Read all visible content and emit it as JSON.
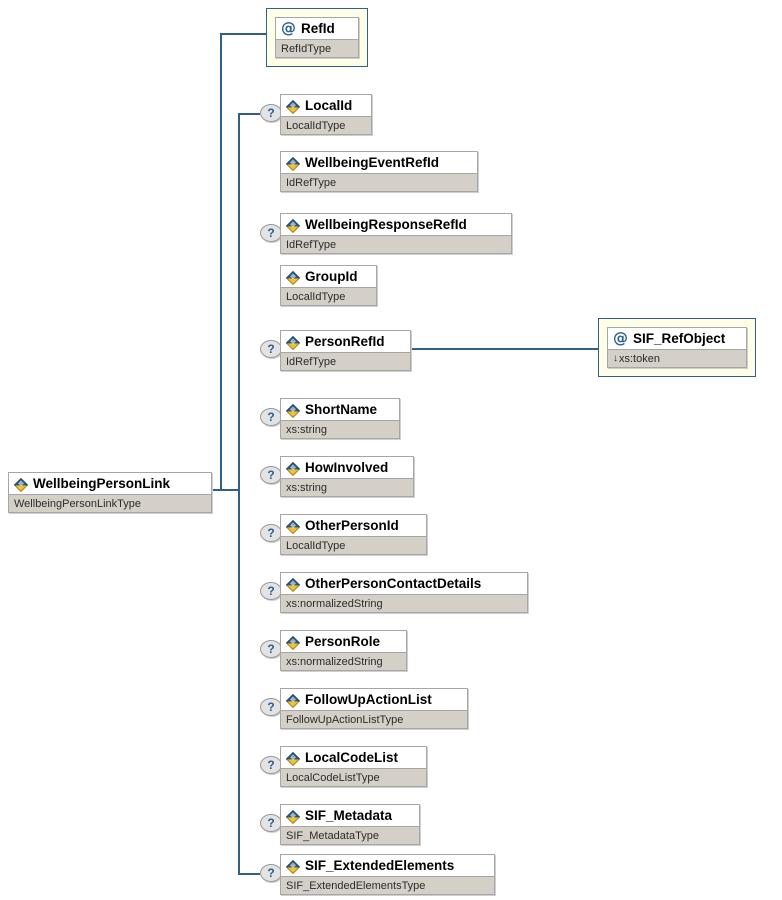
{
  "diagram": {
    "kind": "xml-schema-tree",
    "root": {
      "name": "WellbeingPersonLink",
      "type": "WellbeingPersonLinkType",
      "icon": "element-icon",
      "optional": false
    },
    "attributes": [
      {
        "name": "RefId",
        "type": "RefIdType",
        "icon": "attribute-icon",
        "optional": false,
        "prefix": ""
      }
    ],
    "children": [
      {
        "name": "LocalId",
        "type": "LocalIdType",
        "icon": "element-icon",
        "optional": true
      },
      {
        "name": "WellbeingEventRefId",
        "type": "IdRefType",
        "icon": "element-icon",
        "optional": false
      },
      {
        "name": "WellbeingResponseRefId",
        "type": "IdRefType",
        "icon": "element-icon",
        "optional": true
      },
      {
        "name": "GroupId",
        "type": "LocalIdType",
        "icon": "element-icon",
        "optional": false
      },
      {
        "name": "PersonRefId",
        "type": "IdRefType",
        "icon": "element-icon",
        "optional": true
      },
      {
        "name": "ShortName",
        "type": "xs:string",
        "icon": "element-icon",
        "optional": true
      },
      {
        "name": "HowInvolved",
        "type": "xs:string",
        "icon": "element-icon",
        "optional": true
      },
      {
        "name": "OtherPersonId",
        "type": "LocalIdType",
        "icon": "element-icon",
        "optional": true
      },
      {
        "name": "OtherPersonContactDetails",
        "type": "xs:normalizedString",
        "icon": "element-icon",
        "optional": true
      },
      {
        "name": "PersonRole",
        "type": "xs:normalizedString",
        "icon": "element-icon",
        "optional": true
      },
      {
        "name": "FollowUpActionList",
        "type": "FollowUpActionListType",
        "icon": "element-icon",
        "optional": true
      },
      {
        "name": "LocalCodeList",
        "type": "LocalCodeListType",
        "icon": "element-icon",
        "optional": true
      },
      {
        "name": "SIF_Metadata",
        "type": "SIF_MetadataType",
        "icon": "element-icon",
        "optional": true
      },
      {
        "name": "SIF_ExtendedElements",
        "type": "SIF_ExtendedElementsType",
        "icon": "element-icon",
        "optional": true
      }
    ],
    "grandchildren": [
      {
        "parent": "PersonRefId",
        "name": "SIF_RefObject",
        "type": "xs:token",
        "type_prefix": "↓",
        "icon": "attribute-icon",
        "optional": false
      }
    ],
    "glyphs": {
      "optional_marker": "?",
      "attribute_symbol": "@",
      "derived_arrow": "↓"
    },
    "colors": {
      "line": "#2e6189",
      "node_border": "#a6a6a6",
      "title_bg": "#ffffff",
      "type_bg": "#d4d0c8",
      "attr_frame_bg": "#fffee7",
      "attr_frame_border": "#2e6189",
      "icon_blue": "#2b5f93",
      "icon_gold": "#f2c12e",
      "optional_fill": "#e3e3e3",
      "canvas_bg": "#ffffff"
    }
  }
}
